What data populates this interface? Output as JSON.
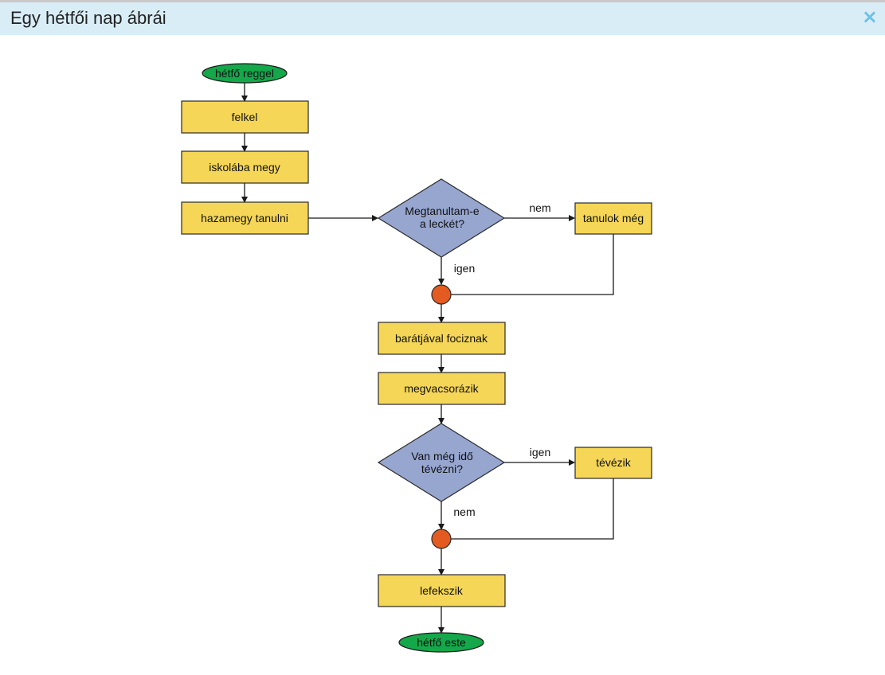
{
  "window": {
    "title": "Egy hétfői nap ábrái",
    "close_icon": "×"
  },
  "flowchart": {
    "start": "hétfő reggel",
    "step_1": "felkel",
    "step_2": "iskolába megy",
    "step_3": "hazamegy tanulni",
    "decision_1": {
      "line1": "Megtanultam-e",
      "line2": "a leckét?",
      "yes": "igen",
      "no": "nem"
    },
    "branch_1": "tanulok még",
    "step_4": "barátjával fociznak",
    "step_5": "megvacsorázik",
    "decision_2": {
      "line1": "Van még idő",
      "line2": "tévézni?",
      "yes": "igen",
      "no": "nem"
    },
    "branch_2": "tévézik",
    "step_6": "lefekszik",
    "end": "hétfő este"
  },
  "colors": {
    "process": "#f5d657",
    "terminal": "#14a84a",
    "decision": "#97a6cf",
    "connector": "#e35b20",
    "titlebar": "#d9edf7"
  }
}
